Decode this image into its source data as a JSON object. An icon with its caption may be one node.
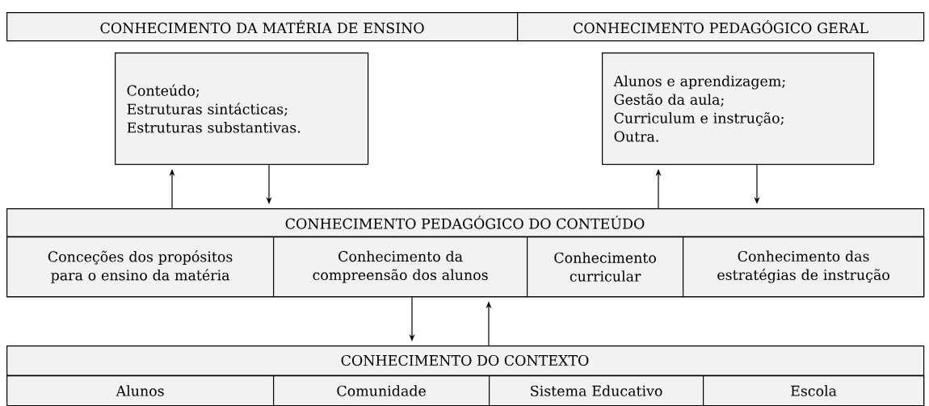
{
  "diagram": {
    "nodes": [
      {
        "text": [
          "CONHECIMENTO DA MATÉRIA DE ENSINO"
        ]
      },
      {
        "text": [
          "CONHECIMENTO PEDAGÓGICO GERAL"
        ]
      },
      {
        "text": [
          "Conteúdo;",
          "Estruturas sintácticas;",
          "Estruturas substantivas."
        ]
      },
      {
        "text": [
          "Alunos e aprendizagem;",
          "Gestão da aula;",
          "Curriculum e instrução;",
          "Outra."
        ]
      },
      {
        "text": [
          "CONHECIMENTO PEDAGÓGICO DO CONTEÚDO"
        ]
      },
      {
        "text": [
          "Conceções dos propósitos para o ensino da matéria"
        ],
        "in": 4
      },
      {
        "text": [
          "Conhecimento da compreensão dos alunos"
        ],
        "in": 4
      },
      {
        "text": [
          "Conhecimento curricular"
        ],
        "in": 4
      },
      {
        "text": [
          "Conhecimento das estratégias de instrução"
        ],
        "in": 4
      },
      {
        "text": [
          "CONHECIMENTO DO CONTEXTO"
        ]
      },
      {
        "text": [
          "Alunos"
        ],
        "in": 9
      },
      {
        "text": [
          "Comunidade"
        ],
        "in": 9
      },
      {
        "text": [
          "Sistema Educativo"
        ],
        "in": 9
      },
      {
        "text": [
          "Escola"
        ],
        "in": 9
      }
    ],
    "edges": [
      {
        "from": 4,
        "to": 2,
        "arrow": "to"
      },
      {
        "from": 2,
        "to": 4,
        "arrow": "to"
      },
      {
        "from": 4,
        "to": 3,
        "arrow": "to"
      },
      {
        "from": 3,
        "to": 4,
        "arrow": "to"
      },
      {
        "from": 4,
        "to": 9,
        "arrow": "to"
      },
      {
        "from": 9,
        "to": 4,
        "arrow": "to"
      }
    ]
  }
}
